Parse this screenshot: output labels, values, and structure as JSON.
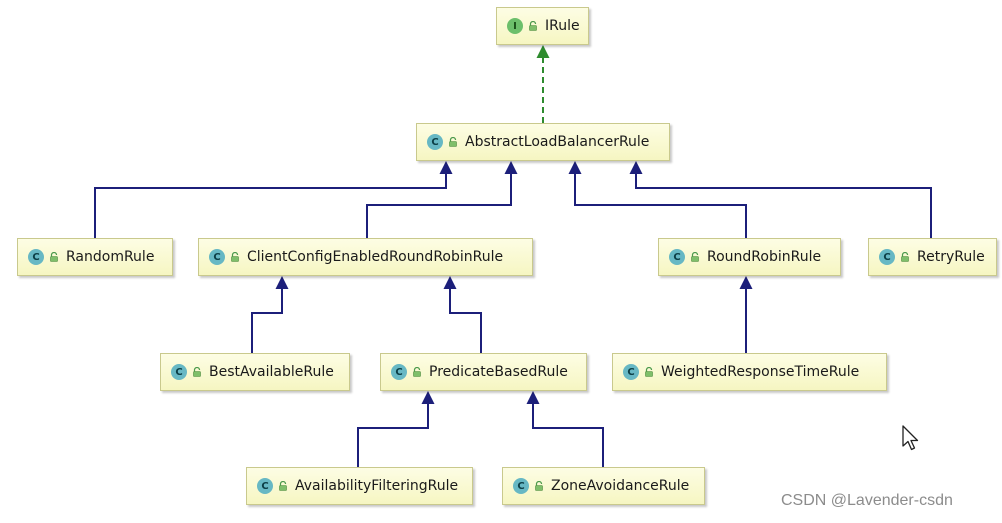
{
  "diagram": {
    "nodes": [
      {
        "id": "irule",
        "label": "IRule",
        "kind": "I"
      },
      {
        "id": "abstract",
        "label": "AbstractLoadBalancerRule",
        "kind": "C"
      },
      {
        "id": "random",
        "label": "RandomRule",
        "kind": "C"
      },
      {
        "id": "clientconfig",
        "label": "ClientConfigEnabledRoundRobinRule",
        "kind": "C"
      },
      {
        "id": "roundrobin",
        "label": "RoundRobinRule",
        "kind": "C"
      },
      {
        "id": "retry",
        "label": "RetryRule",
        "kind": "C"
      },
      {
        "id": "bestavailable",
        "label": "BestAvailableRule",
        "kind": "C"
      },
      {
        "id": "predicate",
        "label": "PredicateBasedRule",
        "kind": "C"
      },
      {
        "id": "weighted",
        "label": "WeightedResponseTimeRule",
        "kind": "C"
      },
      {
        "id": "availability",
        "label": "AvailabilityFilteringRule",
        "kind": "C"
      },
      {
        "id": "zoneavoidance",
        "label": "ZoneAvoidanceRule",
        "kind": "C"
      }
    ],
    "edges": [
      {
        "from": "abstract",
        "to": "irule",
        "type": "implements"
      },
      {
        "from": "random",
        "to": "abstract",
        "type": "extends"
      },
      {
        "from": "clientconfig",
        "to": "abstract",
        "type": "extends"
      },
      {
        "from": "roundrobin",
        "to": "abstract",
        "type": "extends"
      },
      {
        "from": "retry",
        "to": "abstract",
        "type": "extends"
      },
      {
        "from": "bestavailable",
        "to": "clientconfig",
        "type": "extends"
      },
      {
        "from": "predicate",
        "to": "clientconfig",
        "type": "extends"
      },
      {
        "from": "weighted",
        "to": "roundrobin",
        "type": "extends"
      },
      {
        "from": "availability",
        "to": "predicate",
        "type": "extends"
      },
      {
        "from": "zoneavoidance",
        "to": "predicate",
        "type": "extends"
      }
    ],
    "colors": {
      "extends_edge": "#1c1f7a",
      "implements_edge": "#2e8b2e",
      "node_fill": "#f7f7c8",
      "class_badge": "#67b8c4",
      "interface_badge": "#6cbf6b"
    }
  },
  "watermark": "CSDN @Lavender-csdn"
}
